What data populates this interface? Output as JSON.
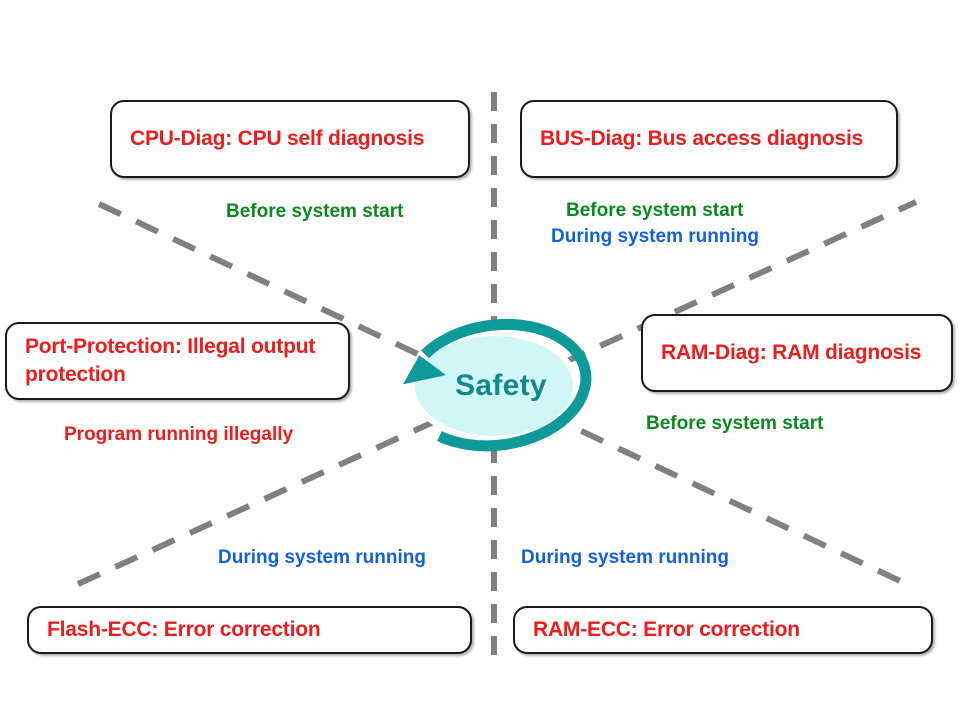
{
  "diagram": {
    "title": "Safety",
    "center": {
      "label": "Safety",
      "fill_color": "#d0f6f6",
      "stroke_color": "#0f9a9a",
      "text_color": "#128a8a",
      "arrow_name": "circular-arrow"
    },
    "colors": {
      "box_text": "#ee1c1c",
      "box_border": "#1a1a1a",
      "green": "#0a8a1e",
      "blue": "#1161e0",
      "red": "#ee1c1c",
      "divider": "#808080",
      "background": "#ffffff"
    },
    "boxes": [
      {
        "id": "cpu-diag",
        "text": "CPU-Diag: CPU self diagnosis"
      },
      {
        "id": "bus-diag",
        "text": "BUS-Diag: Bus access diagnosis"
      },
      {
        "id": "port-protection",
        "text": "Port-Protection: Illegal output protection"
      },
      {
        "id": "ram-diag",
        "text": "RAM-Diag: RAM diagnosis"
      },
      {
        "id": "flash-ecc",
        "text": "Flash-ECC: Error correction"
      },
      {
        "id": "ram-ecc",
        "text": "RAM-ECC: Error correction"
      }
    ],
    "annotations": [
      {
        "id": "cpu-timing",
        "text": "Before system start",
        "color": "green"
      },
      {
        "id": "bus-timing-1",
        "text": "Before system start",
        "color": "green"
      },
      {
        "id": "bus-timing-2",
        "text": "During system running",
        "color": "blue"
      },
      {
        "id": "port-timing",
        "text": "Program running illegally",
        "color": "red"
      },
      {
        "id": "ram-timing",
        "text": "Before system start",
        "color": "green"
      },
      {
        "id": "flash-timing",
        "text": "During system running",
        "color": "blue"
      },
      {
        "id": "ramecc-timing",
        "text": "During system running",
        "color": "blue"
      }
    ]
  }
}
